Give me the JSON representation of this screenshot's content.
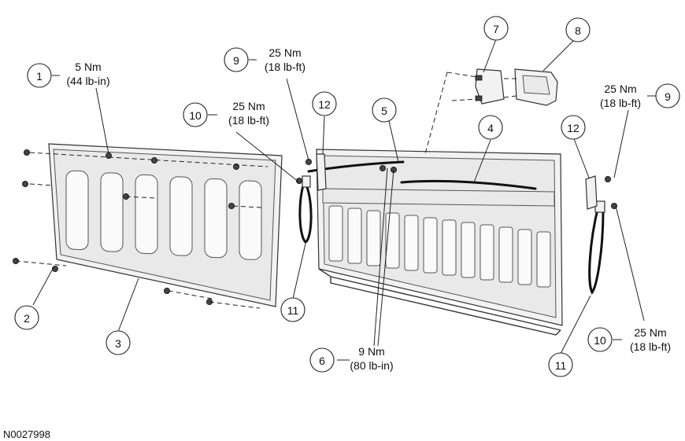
{
  "callouts": [
    {
      "num": "1",
      "t1": "5 Nm",
      "t2": "(44 lb-in)"
    },
    {
      "num": "2",
      "t1": "",
      "t2": ""
    },
    {
      "num": "3",
      "t1": "",
      "t2": ""
    },
    {
      "num": "4",
      "t1": "",
      "t2": ""
    },
    {
      "num": "5",
      "t1": "",
      "t2": ""
    },
    {
      "num": "6",
      "t1": "9 Nm",
      "t2": "(80 lb-in)"
    },
    {
      "num": "7",
      "t1": "",
      "t2": ""
    },
    {
      "num": "8",
      "t1": "",
      "t2": ""
    },
    {
      "num": "9",
      "t1": "25 Nm",
      "t2": "(18 lb-ft)"
    },
    {
      "num": "10",
      "t1": "25 Nm",
      "t2": "(18 lb-ft)"
    },
    {
      "num": "12",
      "t1": "",
      "t2": ""
    },
    {
      "num": "11",
      "t1": "",
      "t2": ""
    },
    {
      "num": "12",
      "t1": "",
      "t2": ""
    },
    {
      "num": "9",
      "t1": "25 Nm",
      "t2": "(18 lb-ft)"
    },
    {
      "num": "11",
      "t1": "",
      "t2": ""
    },
    {
      "num": "10",
      "t1": "25 Nm",
      "t2": "(18 lb-ft)"
    }
  ],
  "reference_code": "N0027998"
}
